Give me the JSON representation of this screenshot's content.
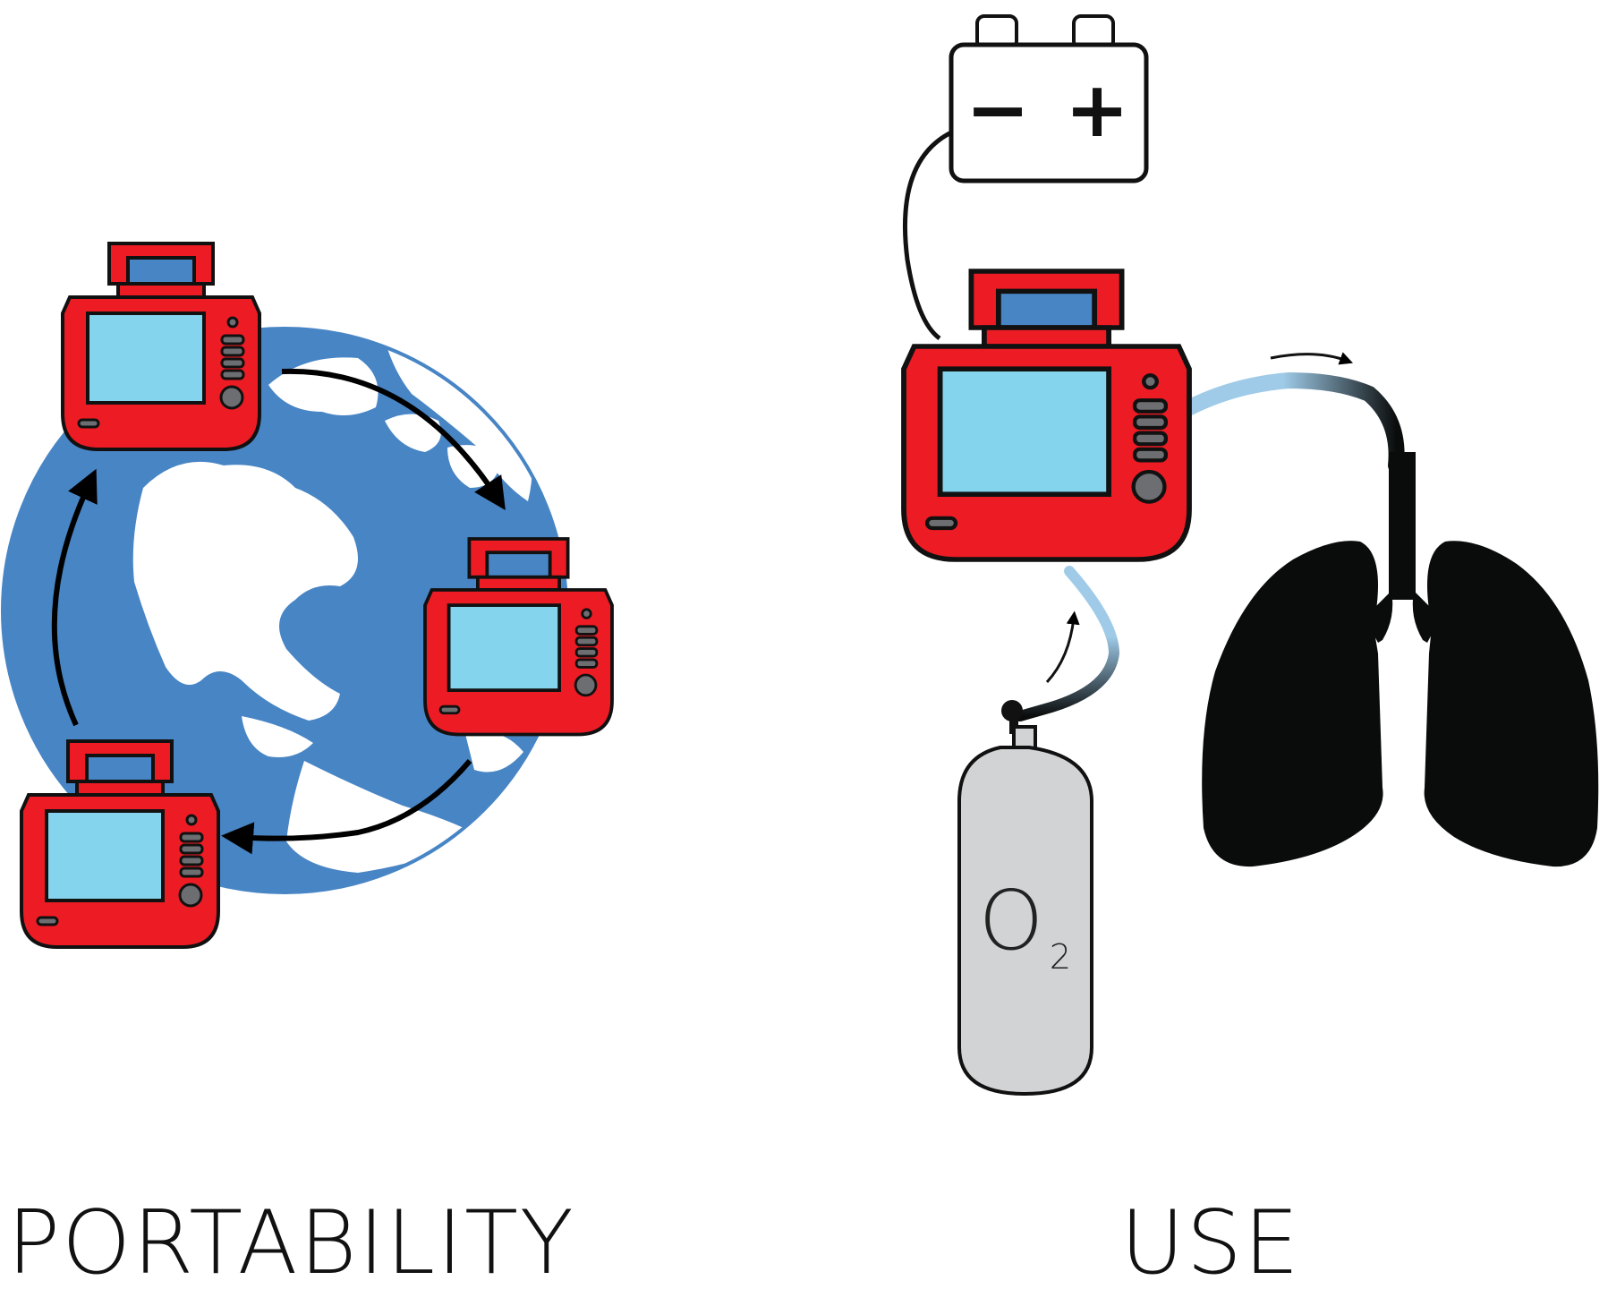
{
  "labels": {
    "portability": "PORTABILITY",
    "use": "USE",
    "oxygen_symbol": "O",
    "oxygen_subscript": "2",
    "battery_minus": "−",
    "battery_plus": "+"
  },
  "colors": {
    "ventilator_body": "#ED1C24",
    "ventilator_screen": "#85D4ED",
    "handle_window_blue": "#4885C5",
    "globe_ocean": "#4885C5",
    "button_gray": "#6D6E71",
    "tank_gray": "#D1D3D4",
    "tube_light_blue": "#9FCBE8",
    "outline": "#111111",
    "lungs": "#0A0C0C"
  },
  "icons": {
    "globe": "globe-icon",
    "ventilator": "ventilator-icon",
    "battery": "battery-icon",
    "oxygen_tank": "oxygen-tank-icon",
    "lungs": "lungs-icon",
    "arrow": "arrow-icon"
  }
}
